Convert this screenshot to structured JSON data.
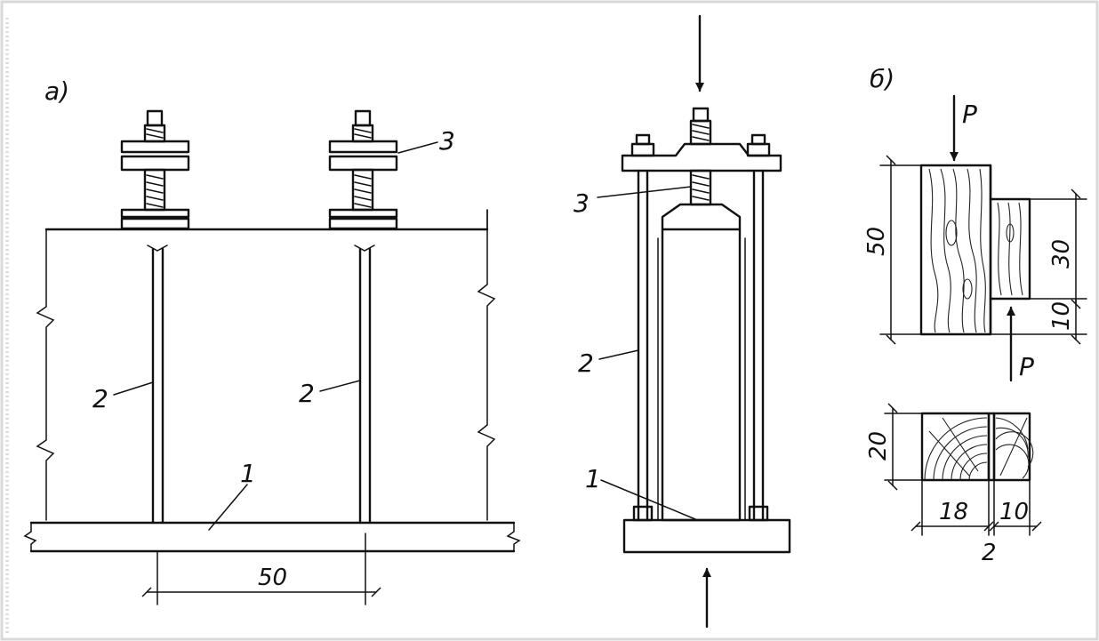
{
  "panel_labels": {
    "a": "а)",
    "b": "б)"
  },
  "callouts": {
    "base": "1",
    "rod": "2",
    "screw": "3"
  },
  "dimensions": {
    "rod_spacing": "50",
    "specimen_height": "50",
    "tenon_height": "30",
    "offset_bottom": "10",
    "section_height": "20",
    "section_width_left": "18",
    "section_gap": "2",
    "section_width_right": "10"
  },
  "forces": {
    "p_top": "P",
    "p_bottom": "P"
  },
  "colors": {
    "ink": "#111111",
    "background": "#ffffff",
    "frame": "#d8d8d8"
  }
}
